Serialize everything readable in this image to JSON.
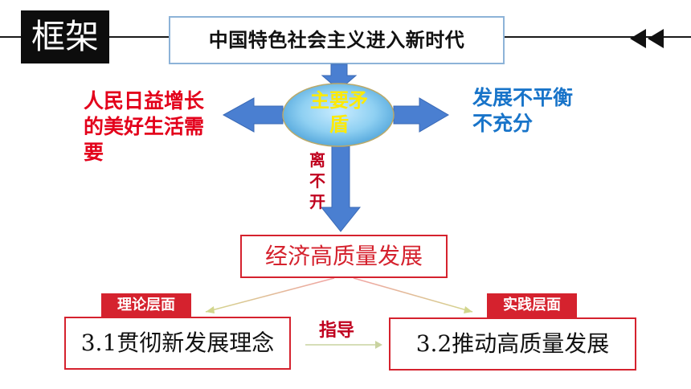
{
  "header": {
    "tag": "框架",
    "title": "中国特色社会主义进入新时代"
  },
  "center": {
    "core": "主要矛盾",
    "link": "离不开"
  },
  "left_side": {
    "text": "人民日益增长的美好生活需要"
  },
  "right_side": {
    "text": "发展不平衡不充分"
  },
  "middle": {
    "title": "经济高质量发展"
  },
  "bottom": {
    "left_tag": "理论层面",
    "right_tag": "实践层面",
    "guide": "指导",
    "left_box": "3.1贯彻新发展理念",
    "right_box": "3.2推动高质量发展"
  },
  "colors": {
    "arrow_blue": "#4a7fd1",
    "accent_red": "#d5222e",
    "text_blue": "#1874c9",
    "core_yellow": "#ffea00"
  },
  "icons": {
    "nav": "double-left-arrow-icon"
  }
}
